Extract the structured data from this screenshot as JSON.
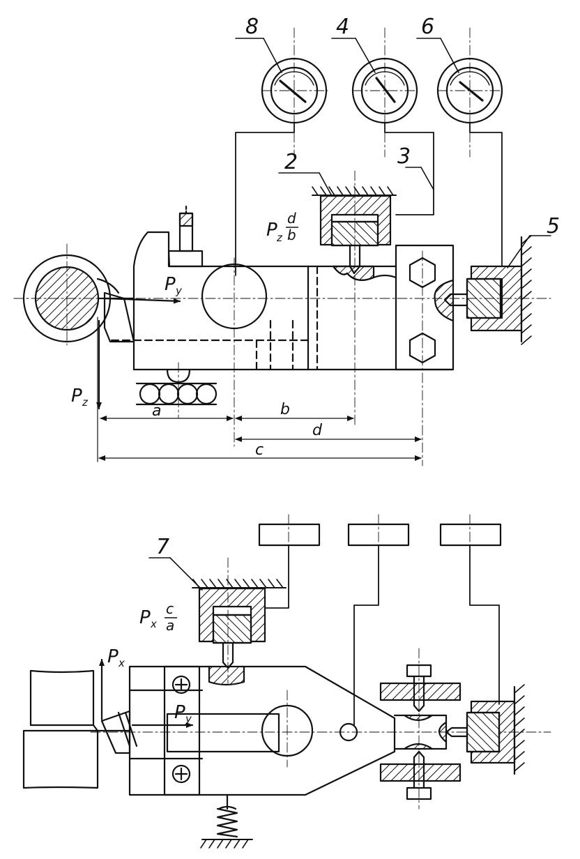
{
  "top_view": {
    "gauges": [
      {
        "label": "8"
      },
      {
        "label": "4"
      },
      {
        "label": "6"
      }
    ],
    "callouts": {
      "c2": "2",
      "c3": "3",
      "c5": "5"
    },
    "formula": {
      "symbol": "P",
      "sub": "z",
      "num": "d",
      "den": "b"
    },
    "forces": {
      "py_symbol": "P",
      "py_sub": "y",
      "pz_symbol": "P",
      "pz_sub": "z"
    },
    "dimensions": {
      "a": "a",
      "b": "b",
      "d": "d",
      "c": "c"
    }
  },
  "bottom_view": {
    "callouts": {
      "c7": "7"
    },
    "formula": {
      "symbol": "P",
      "sub": "x",
      "num": "c",
      "den": "a"
    },
    "forces": {
      "px_symbol": "P",
      "px_sub": "x",
      "py_symbol": "P",
      "py_sub": "y"
    }
  },
  "colors": {
    "ink": "#111111",
    "paper": "#ffffff"
  }
}
